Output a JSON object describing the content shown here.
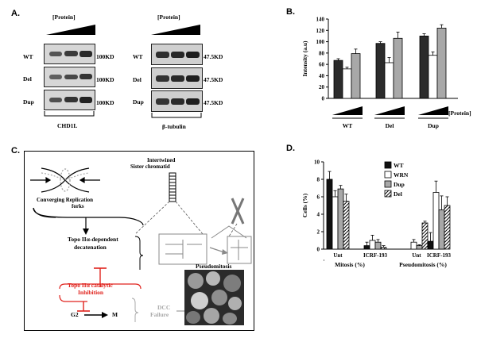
{
  "panel_a": {
    "letter": "A.",
    "left": {
      "conc_label": "[Protein]",
      "rows": [
        {
          "label": "WT",
          "size": "100KD"
        },
        {
          "label": "Del",
          "size": "100KD"
        },
        {
          "label": "Dup",
          "size": "100KD"
        }
      ],
      "title": "CHD1L"
    },
    "right": {
      "conc_label": "[Protein]",
      "rows": [
        {
          "label": "WT",
          "size": "47.5KD"
        },
        {
          "label": "Del",
          "size": "47.5KD"
        },
        {
          "label": "Dup",
          "size": "47.5KD"
        }
      ],
      "title": "β-tubulin"
    }
  },
  "panel_b": {
    "letter": "B.",
    "protein_label": "[Protein]"
  },
  "panel_c": {
    "letter": "C.",
    "intertwined": "Intertwined",
    "sister": "Sister chromatid",
    "converging1": "Converging Replication",
    "converging2": "forks",
    "topo1": "Topo IIα-dependent",
    "topo2": "decatenation",
    "inhib1": "Topo IIα catalytic",
    "inhib2": "Inhibition",
    "g2": "G2",
    "m": "M",
    "dcc1": "DCC",
    "dcc2": "Failure",
    "pseudo": "Pseudomitosis",
    "colors": {
      "inhibition": "#e0231d",
      "dcc": "#a9a9a9"
    }
  },
  "panel_d": {
    "letter": "D."
  },
  "chart_data": [
    {
      "type": "bar",
      "panel": "B",
      "categories": [
        "WT",
        "Del",
        "Dup"
      ],
      "series": [
        {
          "values": [
            67,
            97,
            110
          ],
          "errors": [
            3,
            3,
            4
          ],
          "color": "#2b2b2b"
        },
        {
          "values": [
            52,
            63,
            76
          ],
          "errors": [
            3,
            9,
            6
          ],
          "color": "#ffffff"
        },
        {
          "values": [
            79,
            106,
            124
          ],
          "errors": [
            8,
            11,
            6
          ],
          "color": "#a8a8a8"
        }
      ],
      "ylabel": "Intensity (a.u)",
      "ylim": [
        0,
        140
      ],
      "yticks": [
        0,
        20,
        40,
        60,
        80,
        100,
        120,
        140
      ],
      "note": "bars grouped by concentration within each genotype"
    },
    {
      "type": "bar",
      "panel": "D",
      "groups": [
        {
          "name": "Mitosis (%)",
          "subgroups": [
            "Unt",
            "ICRF-193"
          ]
        },
        {
          "name": "Pseudomitosis (%)",
          "subgroups": [
            "Unt",
            "ICRF-193"
          ]
        }
      ],
      "series": [
        {
          "name": "WT",
          "values": [
            8.0,
            0.4,
            0.0,
            0.9
          ],
          "errors": [
            0.9,
            0.4,
            0.0,
            1.0
          ],
          "color": "#111111",
          "pattern": "solid"
        },
        {
          "name": "WRN",
          "values": [
            6.0,
            1.0,
            0.8,
            6.5
          ],
          "errors": [
            0.7,
            0.6,
            0.3,
            1.3
          ],
          "color": "#ffffff",
          "pattern": "white"
        },
        {
          "name": "Dup",
          "values": [
            6.9,
            0.8,
            0.4,
            4.5
          ],
          "errors": [
            0.4,
            0.3,
            0.1,
            1.6
          ],
          "color": "#a8a8a8",
          "pattern": "grey"
        },
        {
          "name": "Del",
          "values": [
            5.5,
            0.2,
            3.0,
            5.0
          ],
          "errors": [
            0.8,
            0.2,
            0.2,
            1.0
          ],
          "color": "#111111",
          "pattern": "hatch"
        }
      ],
      "ylabel": "Cells (%)",
      "ylim": [
        0,
        10
      ],
      "yticks": [
        0,
        2,
        4,
        6,
        8,
        10
      ]
    }
  ]
}
